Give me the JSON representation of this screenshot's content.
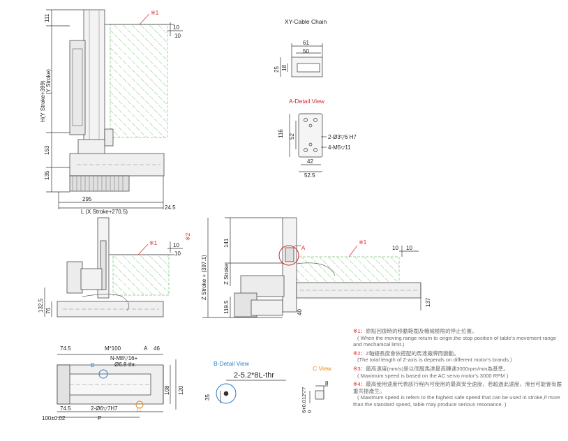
{
  "top_view": {
    "mark": "※1",
    "dims": {
      "d111": "111",
      "hstroke": "H(Y Stroke+399)",
      "ystroke": "(Y Stroke)",
      "d153": "153",
      "d135": "135",
      "d295": "295",
      "lstroke": "L (X Stroke+270.5)",
      "d24_5": "24.5",
      "d10a": "10",
      "d10b": "10"
    }
  },
  "cable_chain": {
    "title": "XY-Cable  Chain",
    "d61": "61",
    "d50": "50",
    "d25": "25",
    "d18": "18"
  },
  "detail_a": {
    "title": "A-Detail View",
    "d116": "116",
    "d52": "52",
    "hole1": "2-Ø3▽6  H7",
    "hole2": "4-M5▽11",
    "d42": "42",
    "d52_5": "52.5"
  },
  "front_view": {
    "mark": "※1",
    "d10a": "10",
    "d10b": "10",
    "d132_5": "132.5",
    "d76": "76"
  },
  "side_view": {
    "mark1": "※1",
    "mark2": "※2",
    "a_label": "A",
    "zstroke_total": "Z Stroke + (397.1)",
    "zstroke": "Z Stroke",
    "d141": "141",
    "d119_5": "119.5",
    "d40": "40",
    "d137": "137",
    "d10a": "10",
    "d10b": "10"
  },
  "bottom_view": {
    "d74_5a": "74.5",
    "m100": "M*100",
    "a_label": "A",
    "d46": "46",
    "n_holes": "N-M8▽16+",
    "n_holes2": "Ø6.8-thr.",
    "b_label": "B",
    "c_label": "C",
    "d108": "108",
    "d120": "120",
    "d74_5b": "74.5",
    "pin_holes": "2-Ø6▽7H7",
    "d100": "100±0.02",
    "p_label": "P"
  },
  "detail_b": {
    "title": "B-Detail View",
    "thread": "2-5.2*8L-thr",
    "d35": "35"
  },
  "detail_c": {
    "title": "C View",
    "d8": "8",
    "tol": "6+0.012▽7",
    "tol2": "0"
  },
  "notes": [
    {
      "mark": "※1",
      "zh": "：原點回復時的移動範圍及機械極限的停止位置。",
      "en": "( When the moving range return to origin,the stop position of table's movement range and mechanical limit.)"
    },
    {
      "mark": "※2",
      "zh": "：Z軸總長度會依搭配的馬達廠牌而變動。",
      "en": "(The total length of Z-axis is depends on different motor's brands.)"
    },
    {
      "mark": "※3",
      "zh": "：最高速度(mm/s)是以伺服馬達最高轉速3000rpm/min為基準。",
      "en": "( Maximum speed is based on the AC servo motor's 3000 RPM )"
    },
    {
      "mark": "※4",
      "zh": "：最高使用速度代表該行程內可使用的最高安全速度，若超過此速度，滑台可能會有嚴重共振產生。",
      "en": "( Maximum speed is refers to the highest safe speed that can be used in stroke,if more than the standard speed, table may produce serious resonance. )"
    }
  ],
  "colors": {
    "accent_red": "#d9262b",
    "hatch_green": "#7cc47a",
    "detail_blue": "#2a7fc8",
    "detail_orange": "#e58a1f",
    "line": "#333333"
  }
}
